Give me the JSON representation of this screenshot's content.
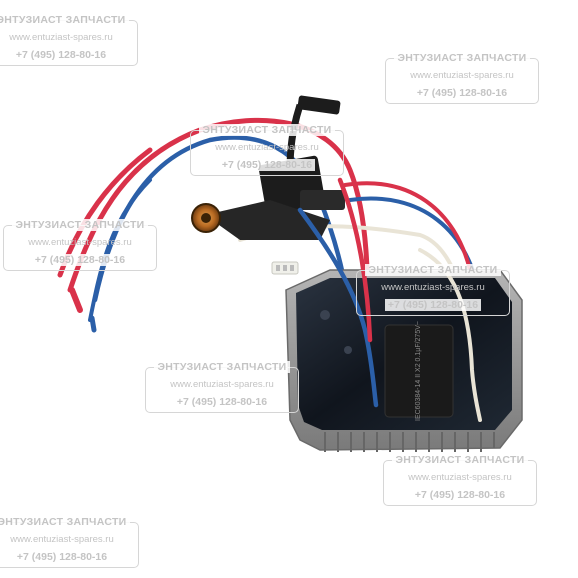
{
  "watermarks": [
    {
      "title": "ЭНТУЗИАСТ ЗАПЧАСТИ",
      "url": "www.entuziast-spares.ru",
      "phone": "+7 (495) 128-80-16"
    },
    {
      "title": "ЭНТУЗИАСТ ЗАПЧАСТИ",
      "url": "www.entuziast-spares.ru",
      "phone": "+7 (495) 128-80-16"
    },
    {
      "title": "ЭНТУЗИАСТ ЗАПЧАСТИ",
      "url": "www.entuziast-spares.ru",
      "phone": "+7 (495) 128-80-16"
    },
    {
      "title": "ЭНТУЗИАСТ ЗАПЧАСТИ",
      "url": "www.entuziast-spares.ru",
      "phone": "+7 (495) 128-80-16"
    },
    {
      "title": "ЭНТУЗИАСТ ЗАПЧАСТИ",
      "url": "www.entuziast-spares.ru",
      "phone": "+7 (495) 128-80-16"
    },
    {
      "title": "ЭНТУЗИАСТ ЗАПЧАСТИ",
      "url": "www.entuziast-spares.ru",
      "phone": "+7 (495) 128-80-16"
    },
    {
      "title": "ЭНТУЗИАСТ ЗАПЧАСТИ",
      "url": "www.entuziast-spares.ru",
      "phone": "+7 (495) 128-80-16"
    },
    {
      "title": "ЭНТУЗИАСТ ЗАПЧАСТИ",
      "url": "www.entuziast-spares.ru",
      "phone": "+7 (495) 128-80-16"
    }
  ],
  "component": {
    "capacitor_marking": "IEC60384-14 II X2 0.1µF/275V~"
  },
  "colors": {
    "background": "#ffffff",
    "wire_red": "#d9324a",
    "wire_blue": "#2b5fa8",
    "wire_white": "#e9e4d6",
    "wire_black": "#1c1c1c",
    "heatsink": "#8f8f8f",
    "potting": "#141922"
  }
}
